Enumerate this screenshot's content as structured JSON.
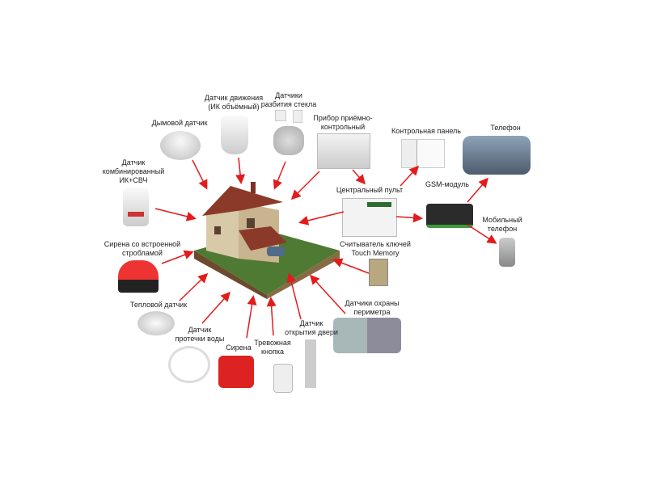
{
  "labels": {
    "smoke": "Дымовой датчик",
    "motion": [
      "Датчик движения",
      "(ИК объёмный)"
    ],
    "glass": [
      "Датчики",
      "разбития стекла"
    ],
    "control_unit": [
      "Прибор приёмно-",
      "контрольный"
    ],
    "control_panel": "Контрольная панель",
    "phone": "Телефон",
    "combined": [
      "Датчик",
      "комбинированный",
      "ИК+СВЧ"
    ],
    "central": "Центральный пульт",
    "gsm": "GSM-модуль",
    "mobile": [
      "Мобильный",
      "телефон"
    ],
    "siren_strobe": [
      "Сирена со встроенной",
      "стробламой"
    ],
    "touch_memory": [
      "Считыватель ключей",
      "Touch Memory"
    ],
    "heat": "Тепловой датчик",
    "perimeter": [
      "Датчики охраны",
      "периметра"
    ],
    "water": [
      "Датчик",
      "протечки воды"
    ],
    "door": [
      "Датчик",
      "открытия двери"
    ],
    "siren": "Сирена",
    "panic": [
      "Тревожная",
      "кнопка"
    ]
  },
  "colors": {
    "arrow": "#e31b1b",
    "roof": "#8b3a2a",
    "lawn": "#4f7a33"
  }
}
